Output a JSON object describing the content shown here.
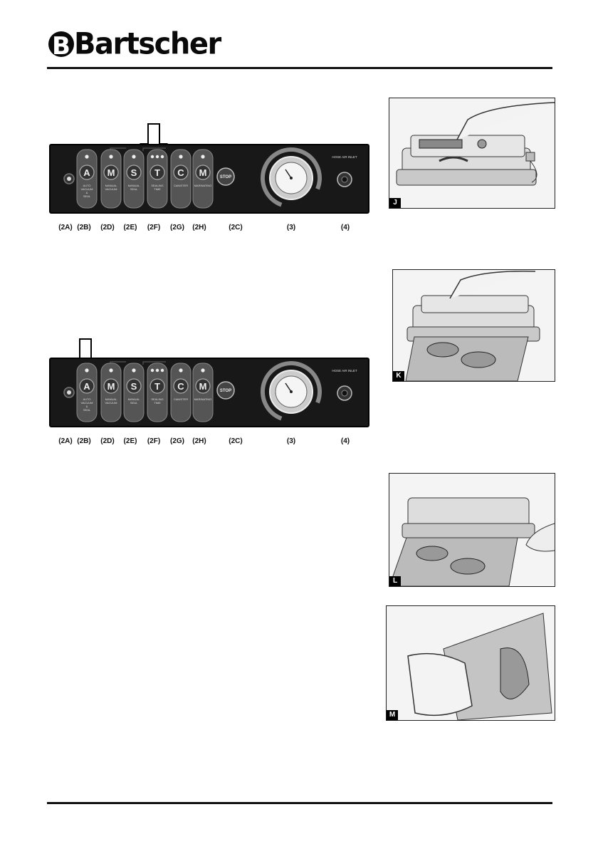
{
  "header": {
    "brand": "Bartscher"
  },
  "panel": {
    "buttons": [
      {
        "letter": "A",
        "text": "AUTO VACUUM & SEAL"
      },
      {
        "letter": "M",
        "text": "MANUAL VACUUM"
      },
      {
        "letter": "S",
        "text": "MANUAL SEAL"
      },
      {
        "letter": "T",
        "text": "SEALING TIME"
      },
      {
        "letter": "C",
        "text": "CANISTER"
      },
      {
        "letter": "M",
        "text": "MARINATING"
      }
    ],
    "stop_label": "STOP",
    "hose_label": "HOSE AIR INLET",
    "callouts": [
      "(2A)",
      "(2B)",
      "(2D)",
      "(2E)",
      "(2F)",
      "(2G)",
      "(2H)",
      "(2C)",
      "(3)",
      "(4)"
    ]
  },
  "figures": [
    {
      "id": "J",
      "label": "J"
    },
    {
      "id": "K",
      "label": "K"
    },
    {
      "id": "L",
      "label": "L"
    },
    {
      "id": "M",
      "label": "M"
    }
  ]
}
